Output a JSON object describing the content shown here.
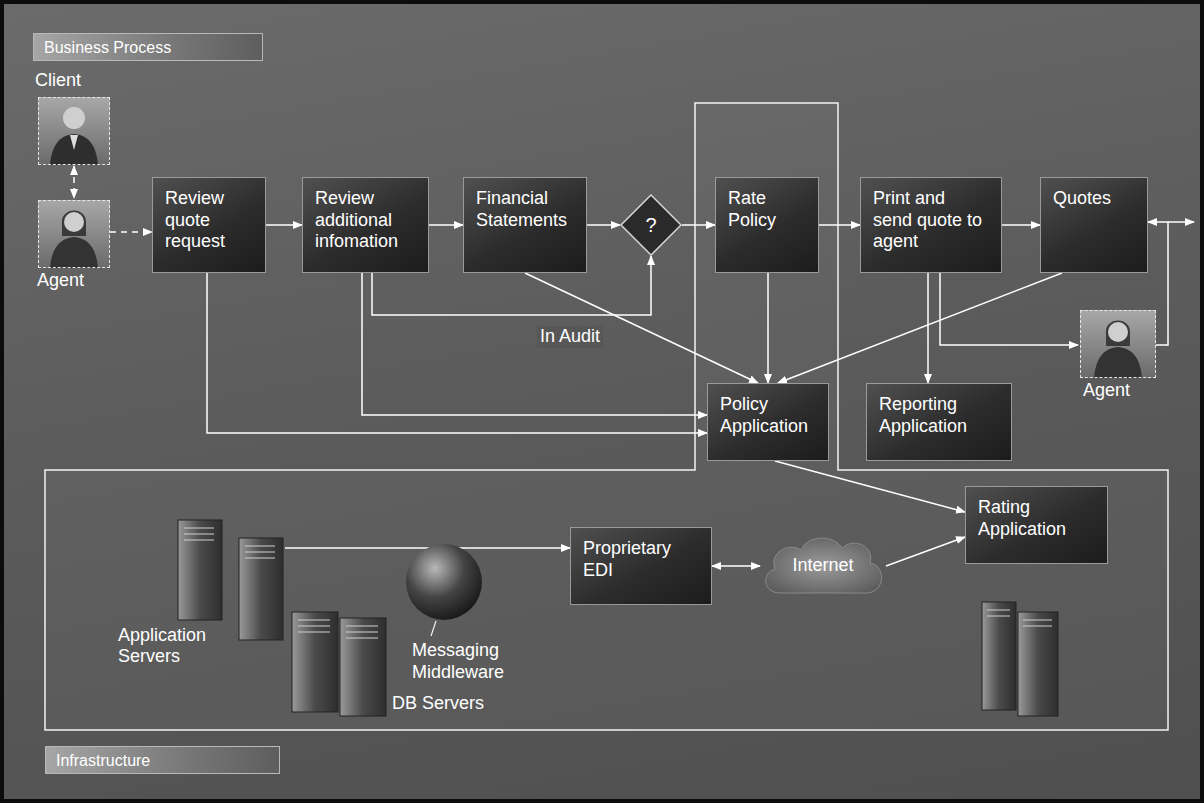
{
  "diagram": {
    "nodes": [
      {
        "text": [
          "Business Process"
        ]
      },
      {
        "text": [
          "Client"
        ]
      },
      {
        "text": [
          "Agent"
        ]
      },
      {
        "text": [
          "Review quote request"
        ]
      },
      {
        "text": [
          "Review additional infomation"
        ]
      },
      {
        "text": [
          "Financial Statements"
        ]
      },
      {
        "text": [
          "?"
        ]
      },
      {
        "text": [
          "Rate Policy"
        ]
      },
      {
        "text": [
          "Print and send quote to agent"
        ]
      },
      {
        "text": [
          "Quotes"
        ]
      },
      {
        "text": [
          "Agent"
        ]
      },
      {
        "text": [
          "Policy Application"
        ]
      },
      {
        "text": [
          "Reporting Application"
        ]
      },
      {
        "text": [
          "Rating Application"
        ]
      },
      {
        "text": [
          "Application Servers"
        ]
      },
      {
        "text": [
          "Proprietary EDI"
        ]
      },
      {
        "text": [
          "Internet"
        ]
      },
      {
        "text": [
          "Infrastructure"
        ]
      }
    ],
    "edges": [
      {
        "from": 1,
        "to": 2,
        "arrow": "both"
      },
      {
        "from": 2,
        "to": 3,
        "arrow": "to"
      },
      {
        "from": 3,
        "to": 4,
        "arrow": "to"
      },
      {
        "from": 4,
        "to": 5,
        "arrow": "to"
      },
      {
        "from": 5,
        "to": 6,
        "arrow": "to"
      },
      {
        "from": 6,
        "to": 7,
        "arrow": "to"
      },
      {
        "from": 4,
        "to": 6,
        "label": "In Audit",
        "arrow": "to"
      },
      {
        "from": 7,
        "to": 8,
        "arrow": "to"
      },
      {
        "from": 8,
        "to": 9,
        "arrow": "to"
      },
      {
        "from": 10,
        "to": 9,
        "arrow": "to"
      },
      {
        "from": 8,
        "to": 10,
        "arrow": "to"
      },
      {
        "from": 8,
        "to": 12,
        "arrow": "to"
      },
      {
        "from": 3,
        "to": 11,
        "arrow": "to"
      },
      {
        "from": 4,
        "to": 11,
        "arrow": "to"
      },
      {
        "from": 5,
        "to": 11,
        "arrow": "to"
      },
      {
        "from": 7,
        "to": 11,
        "arrow": "to"
      },
      {
        "from": 9,
        "to": 11,
        "arrow": "to"
      },
      {
        "from": 11,
        "to": 13,
        "arrow": "to"
      },
      {
        "from": 14,
        "to": 15,
        "arrow": "to"
      },
      {
        "from": 15,
        "to": 16,
        "arrow": "both"
      },
      {
        "from": 16,
        "to": 13,
        "arrow": "to"
      }
    ],
    "labels": [
      "Messaging Middleware",
      "DB Servers"
    ]
  }
}
